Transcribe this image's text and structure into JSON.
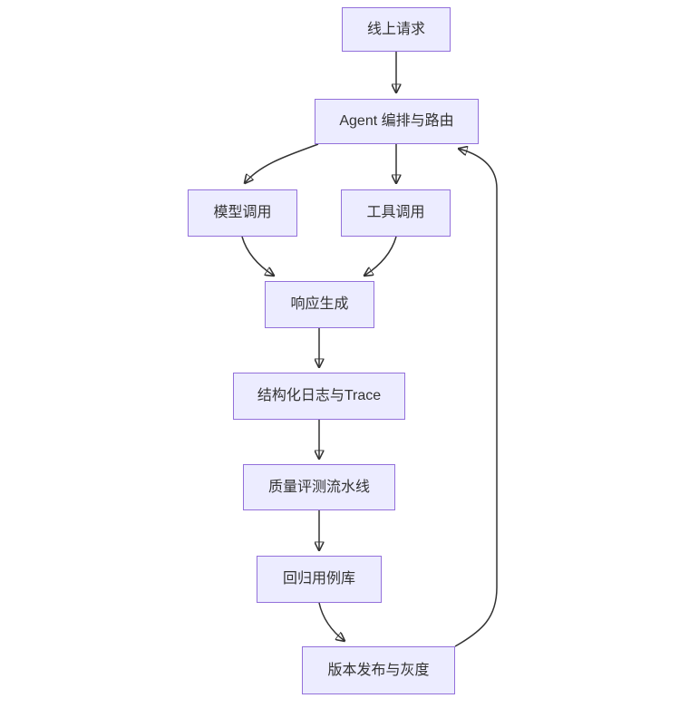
{
  "diagram": {
    "type": "flowchart",
    "direction": "top-down",
    "background": "#ffffff",
    "node_style": {
      "fill": "#ECECFF",
      "border": "#9370DB",
      "text_color": "#333333"
    },
    "edge_style": {
      "color": "#333333",
      "arrowhead": "filled-triangle"
    },
    "nodes": [
      {
        "id": "online-request",
        "label": "线上请求"
      },
      {
        "id": "agent-orchestration-routing",
        "label": "Agent 编排与路由"
      },
      {
        "id": "model-call",
        "label": "模型调用"
      },
      {
        "id": "tool-call",
        "label": "工具调用"
      },
      {
        "id": "response-generation",
        "label": "响应生成"
      },
      {
        "id": "structured-logs-trace",
        "label": "结构化日志与Trace"
      },
      {
        "id": "quality-eval-pipeline",
        "label": "质量评测流水线"
      },
      {
        "id": "regression-case-library",
        "label": "回归用例库"
      },
      {
        "id": "release-and-canary",
        "label": "版本发布与灰度"
      }
    ],
    "edges": [
      {
        "from": "online-request",
        "to": "agent-orchestration-routing"
      },
      {
        "from": "agent-orchestration-routing",
        "to": "model-call"
      },
      {
        "from": "agent-orchestration-routing",
        "to": "tool-call"
      },
      {
        "from": "model-call",
        "to": "response-generation"
      },
      {
        "from": "tool-call",
        "to": "response-generation"
      },
      {
        "from": "response-generation",
        "to": "structured-logs-trace"
      },
      {
        "from": "structured-logs-trace",
        "to": "quality-eval-pipeline"
      },
      {
        "from": "quality-eval-pipeline",
        "to": "regression-case-library"
      },
      {
        "from": "regression-case-library",
        "to": "release-and-canary"
      },
      {
        "from": "release-and-canary",
        "to": "agent-orchestration-routing"
      }
    ]
  }
}
